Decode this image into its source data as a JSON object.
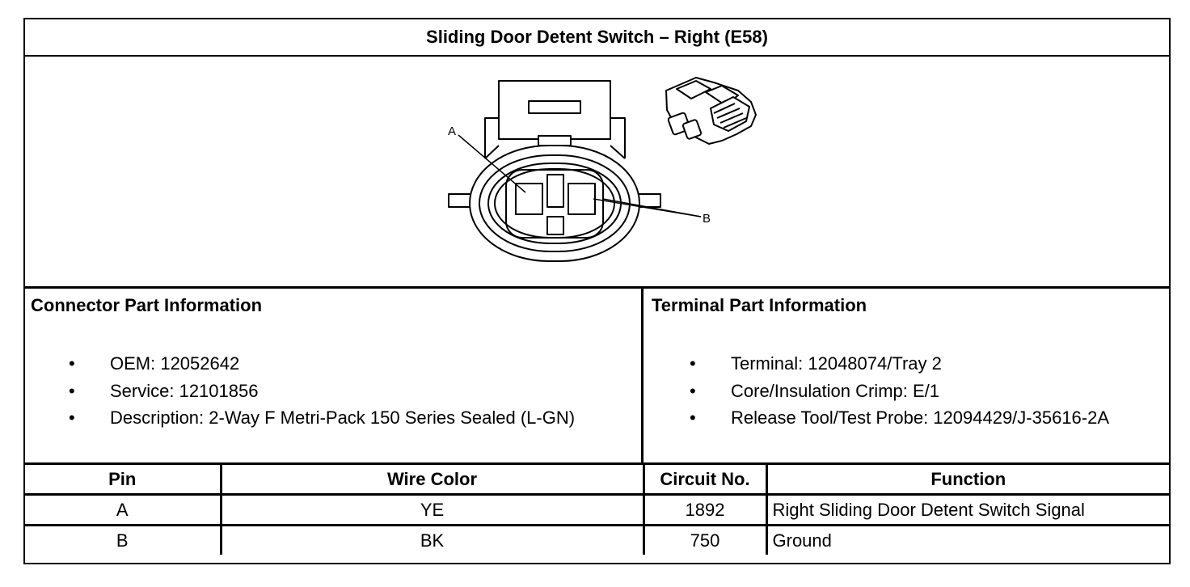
{
  "title": "Sliding Door Detent Switch – Right (E58)",
  "diagram": {
    "callout_a": "A",
    "callout_b": "B"
  },
  "connector_info": {
    "heading": "Connector Part Information",
    "items": [
      "OEM: 12052642",
      "Service: 12101856",
      "Description: 2-Way F Metri-Pack 150 Series Sealed (L-GN)"
    ]
  },
  "terminal_info": {
    "heading": "Terminal Part Information",
    "items": [
      "Terminal: 12048074/Tray 2",
      "Core/Insulation Crimp: E/1",
      "Release Tool/Test Probe: 12094429/J-35616-2A"
    ]
  },
  "pin_table": {
    "headers": [
      "Pin",
      "Wire Color",
      "Circuit No.",
      "Function"
    ],
    "rows": [
      [
        "A",
        "YE",
        "1892",
        "Right Sliding Door Detent Switch Signal"
      ],
      [
        "B",
        "BK",
        "750",
        "Ground"
      ]
    ]
  }
}
